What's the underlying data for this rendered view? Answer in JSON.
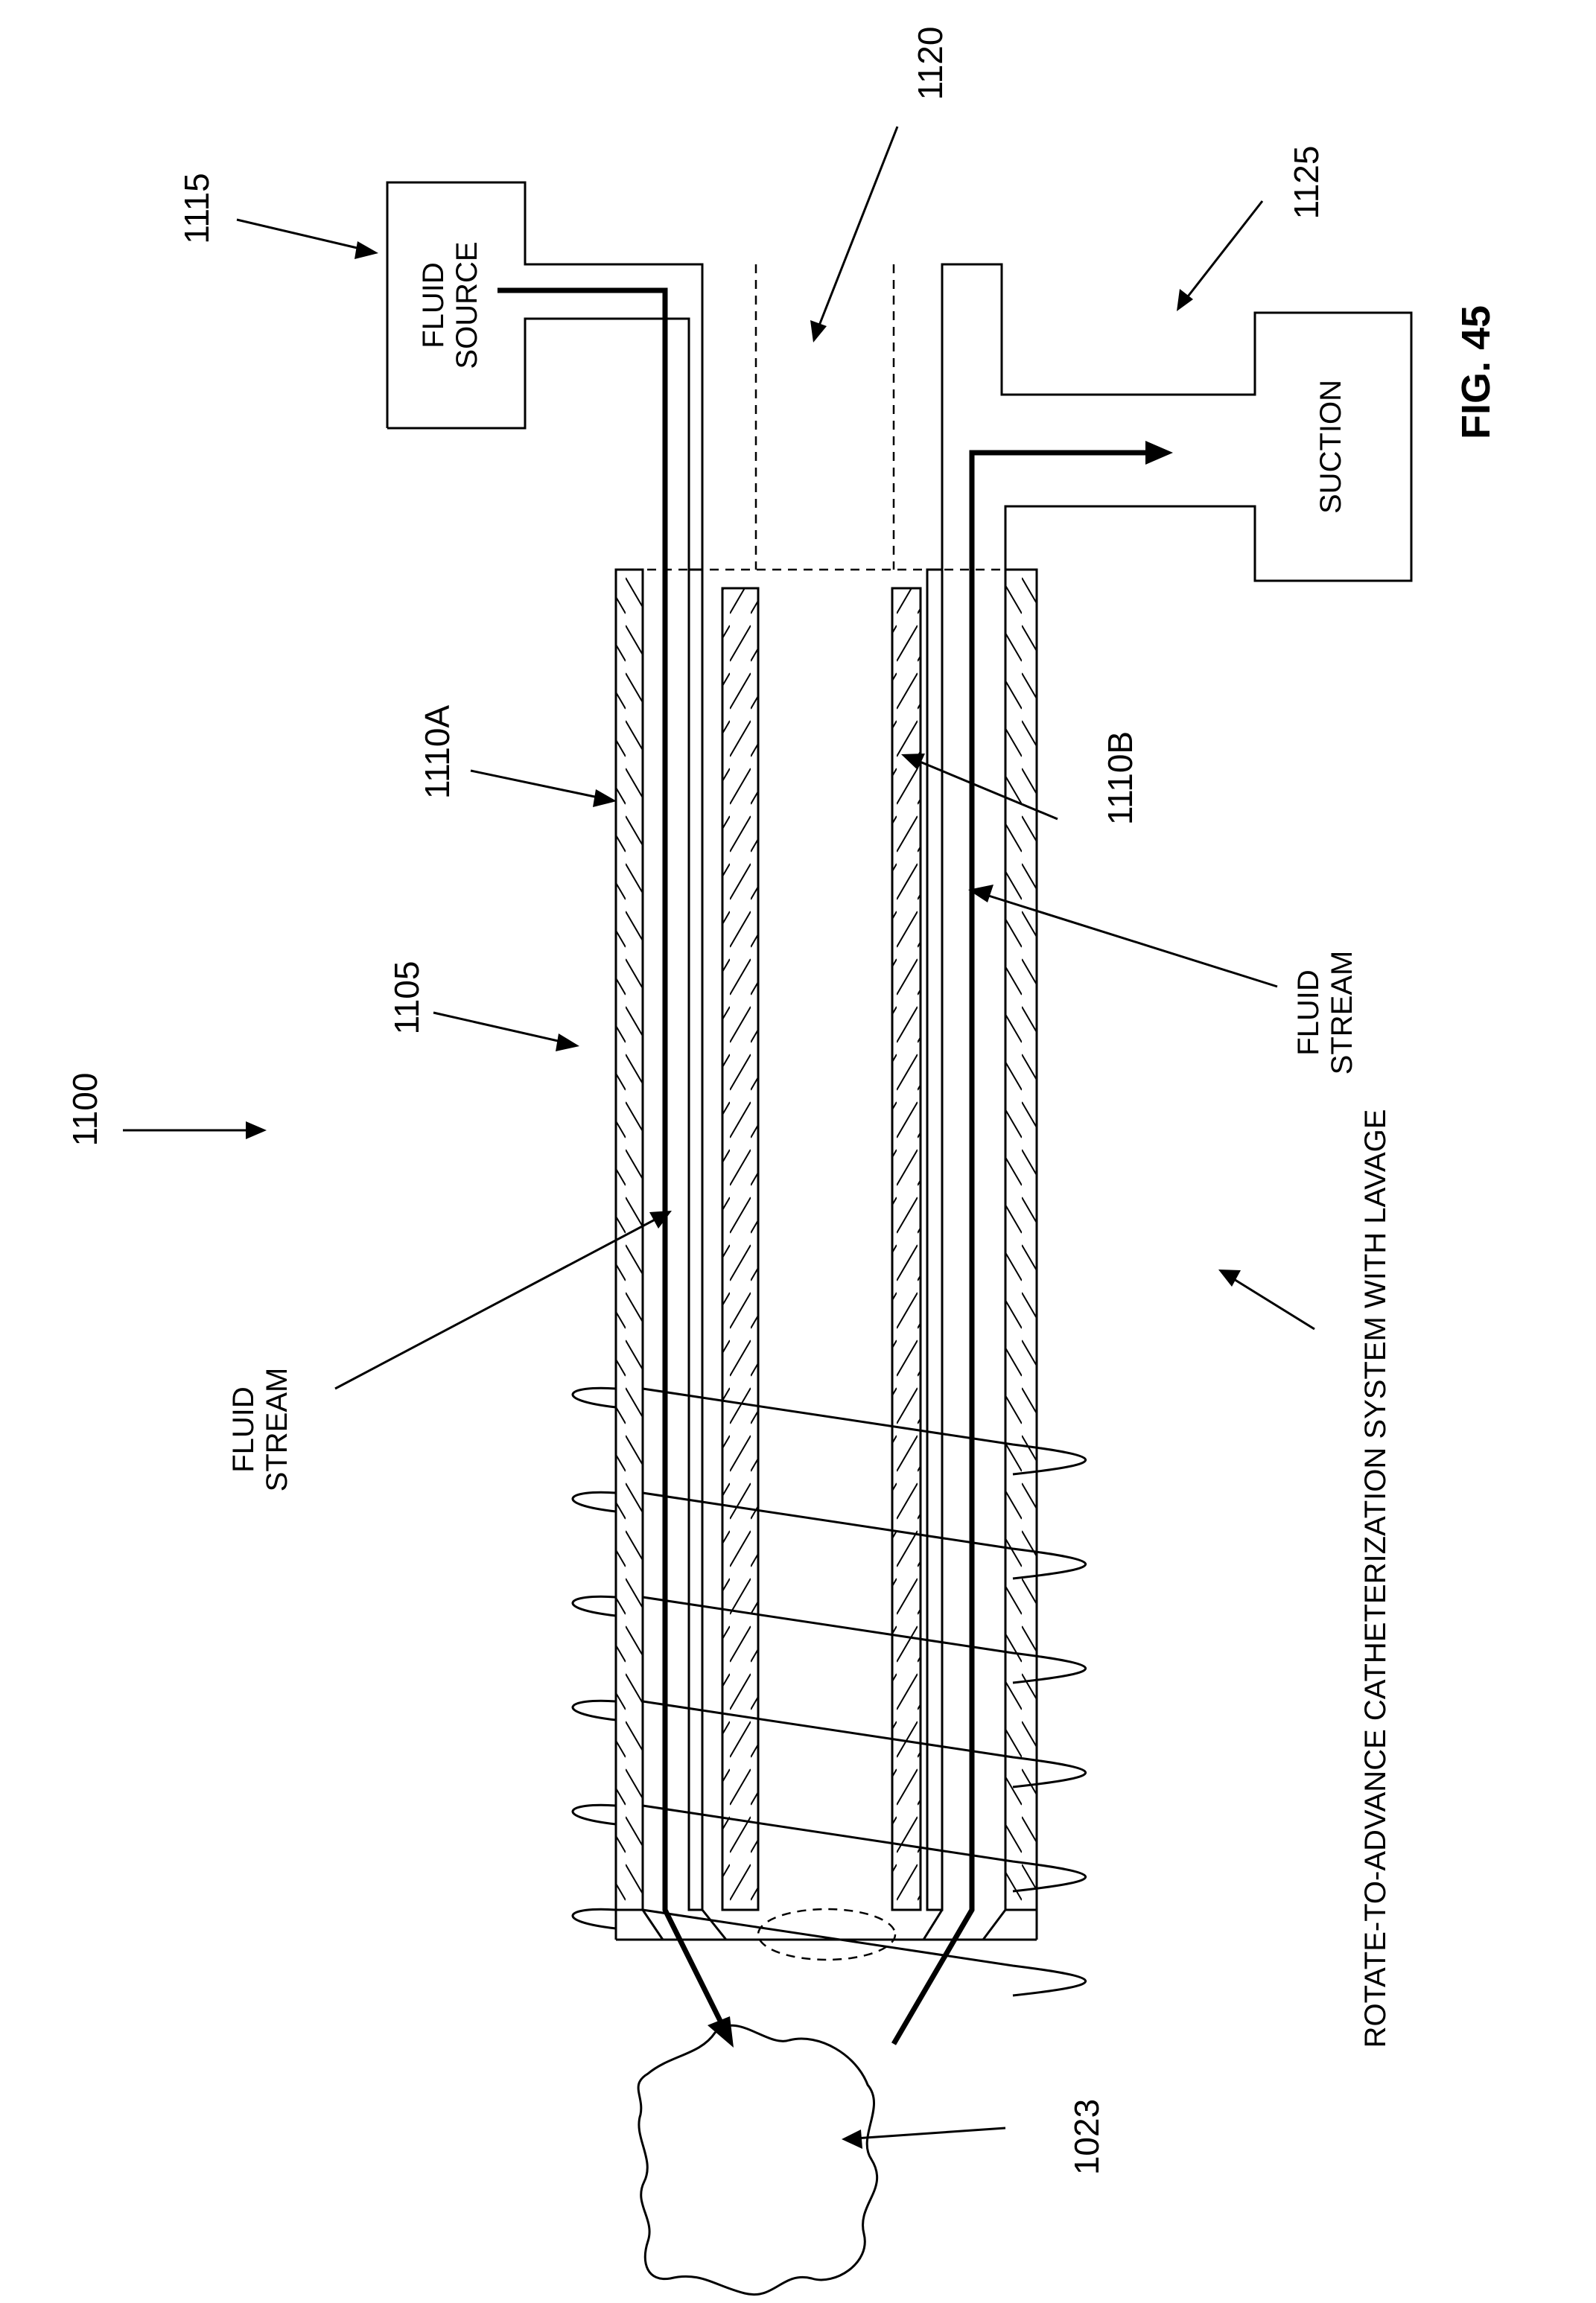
{
  "figure": {
    "fig_label": "FIG. 45",
    "caption": "ROTATE-TO-ADVANCE CATHETERIZATION SYSTEM WITH LAVAGE",
    "refs": {
      "system": "1100",
      "tube": "1105",
      "wall_a": "1110A",
      "wall_b": "1110B",
      "fluid_source": "1115",
      "lumen": "1120",
      "suction": "1125",
      "target": "1023"
    },
    "boxes": {
      "fluid_source": [
        "FLUID",
        "SOURCE"
      ],
      "suction": "SUCTION"
    },
    "stream_labels": {
      "upper": [
        "FLUID",
        "STREAM"
      ],
      "lower": [
        "FLUID",
        "STREAM"
      ]
    }
  }
}
